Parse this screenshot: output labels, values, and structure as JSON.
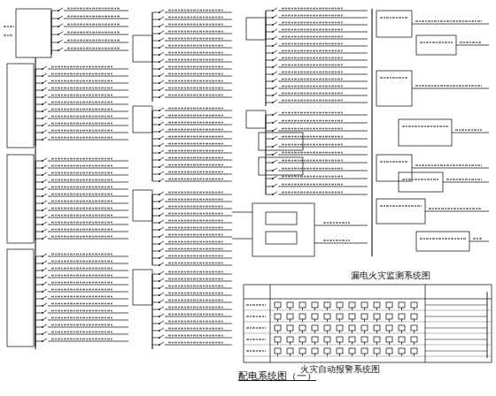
{
  "diagram": {
    "caption": "配电系统图（一）",
    "labels": [
      "漏电火灾监测系统图",
      "火灾自动报警系统图"
    ]
  }
}
